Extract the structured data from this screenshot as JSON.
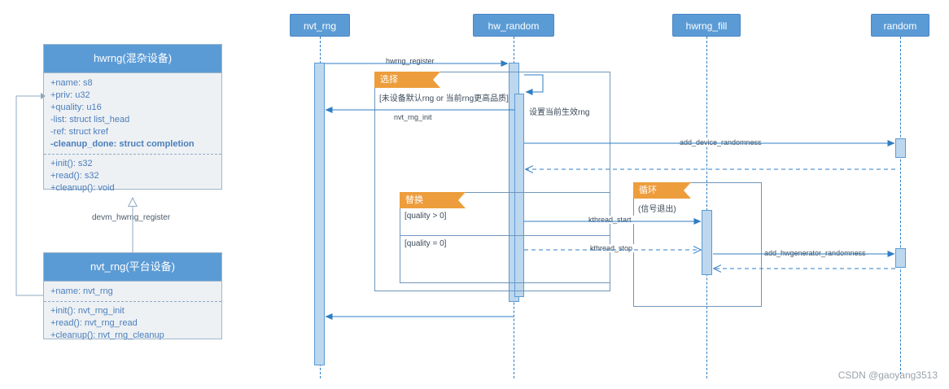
{
  "class_diagram": {
    "classes": [
      {
        "name": "hwrng(混杂设备)",
        "attributes": [
          "+name: s8",
          "+priv: u32",
          "+quality: u16",
          "-list: struct list_head",
          "-ref: struct kref",
          "-cleanup_done: struct completion"
        ],
        "operations": [
          "+init(): s32",
          "+read(): s32",
          "+cleanup(): void"
        ]
      },
      {
        "name": "nvt_rng(平台设备)",
        "attributes": [
          "+name: nvt_rng"
        ],
        "operations": [
          "+init(): nvt_rng_init",
          "+read(): nvt_rng_read",
          "+cleanup(): nvt_rng_cleanup"
        ]
      }
    ],
    "relation_label": "devm_hwrng_register"
  },
  "sequence_diagram": {
    "lifelines": [
      {
        "name": "nvt_rng"
      },
      {
        "name": "hw_random"
      },
      {
        "name": "hwrng_fill"
      },
      {
        "name": "random"
      }
    ],
    "fragments": [
      {
        "tag": "选择",
        "guards": [
          "[未设备默认rng or 当前rng更高品质]"
        ]
      },
      {
        "tag": "替换",
        "guards": [
          "[quality > 0]",
          "[quality = 0]"
        ]
      },
      {
        "tag": "循环",
        "note": "(信号退出)",
        "guards": []
      }
    ],
    "messages": [
      {
        "label": "hwrng_register"
      },
      {
        "label": "nvt_rng_init"
      },
      {
        "label": "设置当前生效rng"
      },
      {
        "label": "add_device_randomness"
      },
      {
        "label": "kthread_start"
      },
      {
        "label": "kthread_stop"
      },
      {
        "label": "add_hwgenerator_randomness"
      }
    ]
  },
  "watermark": "CSDN @gaoyang3513",
  "colors": {
    "header_blue": "#5b9bd5",
    "activation_fill": "#bdd7ee",
    "fragment_tag": "#ed9d3c",
    "line_blue": "#2f7ec4",
    "class_fill": "#eef1f4"
  }
}
